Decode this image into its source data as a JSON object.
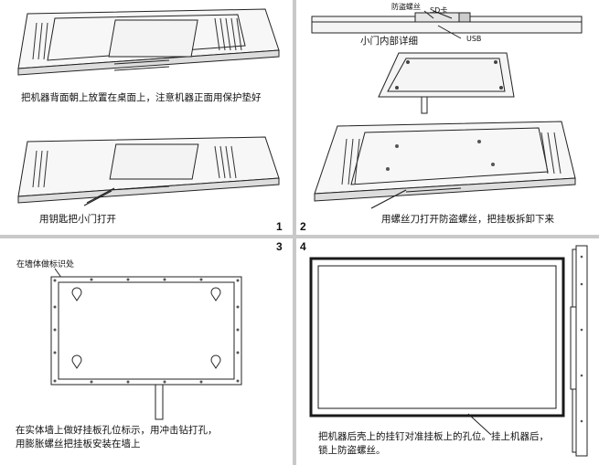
{
  "steps": [
    {
      "number": "1",
      "captions": {
        "place": "把机器背面朝上放置在桌面上，注意机器正面用保护垫好",
        "key": "用钥匙把小门打开"
      }
    },
    {
      "number": "2",
      "labels": {
        "anti_theft_screw": "防盗螺丝",
        "sd_card": "SD卡",
        "usb": "USB",
        "door_detail": "小门内部详细"
      },
      "captions": {
        "remove": "用螺丝刀打开防盗螺丝，把挂板拆卸下来"
      }
    },
    {
      "number": "3",
      "labels": {
        "mark": "在墙体做标识处"
      },
      "captions": {
        "line1": "在实体墙上做好挂板孔位标示，用冲击钻打孔，",
        "line2": "用膨胀螺丝把挂板安装在墙上"
      }
    },
    {
      "number": "4",
      "captions": {
        "line1": "把机器后壳上的挂钉对准挂板上的孔位。挂上机器后，",
        "line2": "锁上防盗螺丝。"
      }
    }
  ],
  "colors": {
    "divider": "#c9c9c9",
    "line": "#222222",
    "screen_border": "#1a1a1a"
  }
}
